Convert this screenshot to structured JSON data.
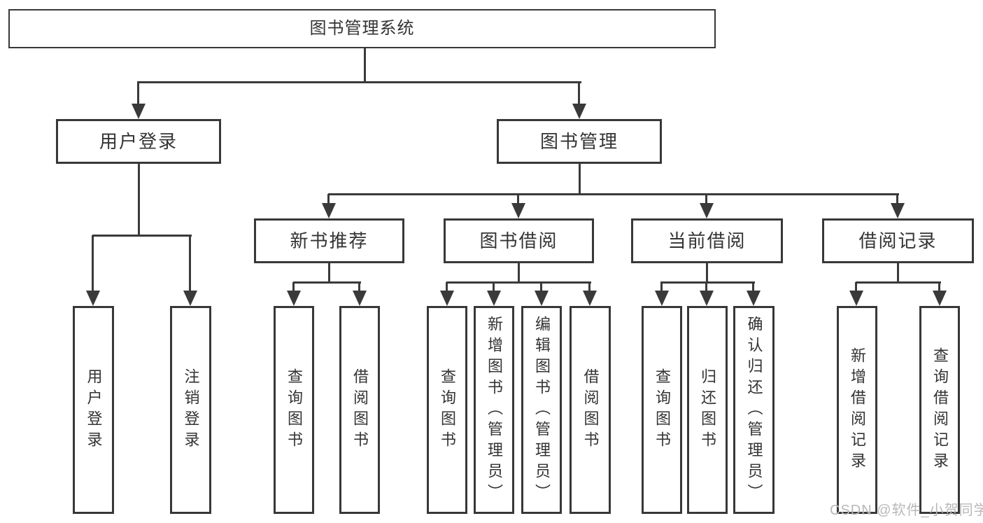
{
  "tree": {
    "label": "图书管理系统",
    "children": [
      {
        "label": "用户登录",
        "children": [
          {
            "label": "用户登录"
          },
          {
            "label": "注销登录"
          }
        ]
      },
      {
        "label": "图书管理",
        "children": [
          {
            "label": "新书推荐",
            "children": [
              {
                "label": "查询图书"
              },
              {
                "label": "借阅图书"
              }
            ]
          },
          {
            "label": "图书借阅",
            "children": [
              {
                "label": "查询图书"
              },
              {
                "label": "新增图书（管理员）"
              },
              {
                "label": "编辑图书（管理员）"
              },
              {
                "label": "借阅图书"
              }
            ]
          },
          {
            "label": "当前借阅",
            "children": [
              {
                "label": "查询图书"
              },
              {
                "label": "归还图书"
              },
              {
                "label": "确认归还（管理员）"
              }
            ]
          },
          {
            "label": "借阅记录",
            "children": [
              {
                "label": "新增借阅记录"
              },
              {
                "label": "查询借阅记录"
              }
            ]
          }
        ]
      }
    ]
  },
  "watermark": "CSDN @软件_小贺同学",
  "colors": {
    "line": "#3a3a3a",
    "border": "#383838",
    "text": "#333333",
    "watermark": "#b8b8b8",
    "background": "#ffffff"
  }
}
